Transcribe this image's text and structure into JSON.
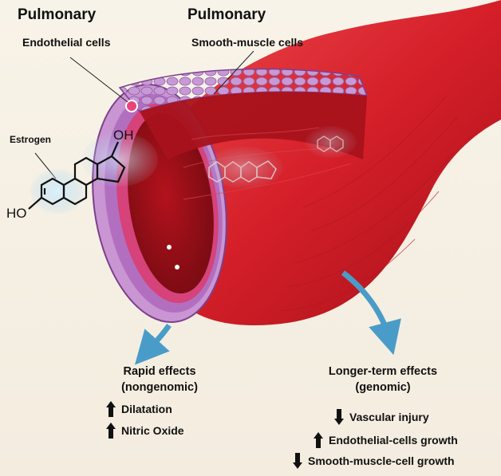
{
  "labels": {
    "pulmonary_left": "Pulmonary",
    "endothelial": "Endothelial cells",
    "pulmonary_right": "Pulmonary",
    "smooth_muscle": "Smooth-muscle cells",
    "estrogen": "Estrogen",
    "oh": "OH",
    "ho": "HO"
  },
  "rapid": {
    "title_line1": "Rapid effects",
    "title_line2": "(nongenomic)",
    "items": [
      {
        "direction": "up",
        "text": "Dilatation"
      },
      {
        "direction": "up",
        "text": "Nitric Oxide"
      }
    ]
  },
  "longer": {
    "title_line1": "Longer-term effects",
    "title_line2": "(genomic)",
    "items": [
      {
        "direction": "down",
        "text": "Vascular injury"
      },
      {
        "direction": "up",
        "text": "Endothelial-cells growth"
      },
      {
        "direction": "down",
        "text": "Smooth-muscle-cell growth"
      }
    ]
  },
  "colors": {
    "vessel": "#d8222c",
    "vessel_dark": "#8e0f17",
    "muscle": "#b98ac9",
    "arrow": "#4a9cc8"
  }
}
